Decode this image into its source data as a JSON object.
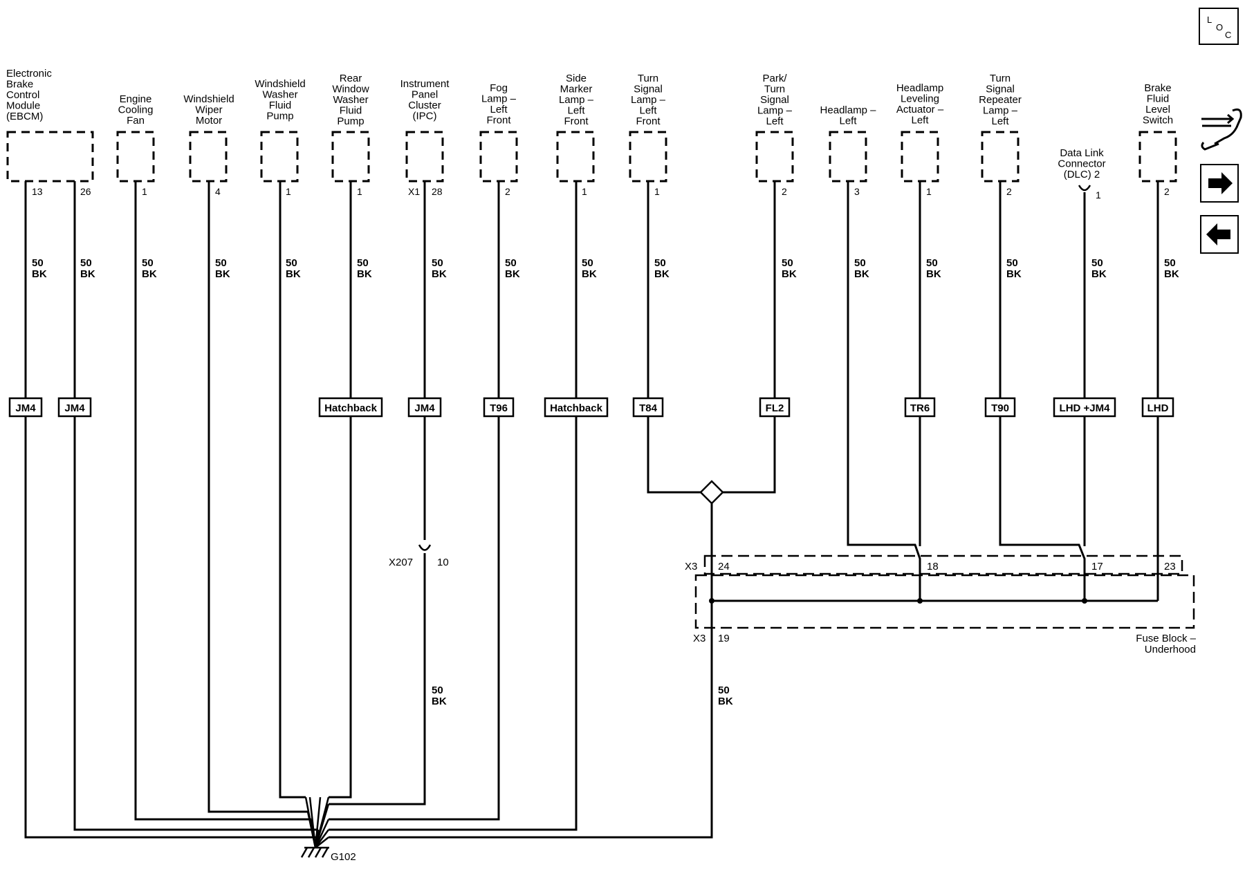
{
  "components": [
    {
      "key": "ebcm",
      "lines": [
        "Electronic",
        "Brake",
        "Control",
        "Module",
        "(EBCM)"
      ]
    },
    {
      "key": "cooling_fan",
      "lines": [
        "Engine",
        "Cooling",
        "Fan"
      ]
    },
    {
      "key": "wiper_motor",
      "lines": [
        "Windshield",
        "Wiper",
        "Motor"
      ]
    },
    {
      "key": "ws_washer_pump",
      "lines": [
        "Windshield",
        "Washer",
        "Fluid",
        "Pump"
      ]
    },
    {
      "key": "rear_washer_pump",
      "lines": [
        "Rear",
        "Window",
        "Washer",
        "Fluid",
        "Pump"
      ]
    },
    {
      "key": "ipc",
      "lines": [
        "Instrument",
        "Panel",
        "Cluster",
        "(IPC)"
      ]
    },
    {
      "key": "fog_lamp",
      "lines": [
        "Fog",
        "Lamp –",
        "Left",
        "Front"
      ]
    },
    {
      "key": "side_marker",
      "lines": [
        "Side",
        "Marker",
        "Lamp –",
        "Left",
        "Front"
      ]
    },
    {
      "key": "turn_front",
      "lines": [
        "Turn",
        "Signal",
        "Lamp –",
        "Left",
        "Front"
      ]
    },
    {
      "key": "park_turn",
      "lines": [
        "Park/",
        "Turn",
        "Signal",
        "Lamp –",
        "Left"
      ]
    },
    {
      "key": "headlamp",
      "lines": [
        "Headlamp –",
        "Left"
      ]
    },
    {
      "key": "leveling",
      "lines": [
        "Headlamp",
        "Leveling",
        "Actuator –",
        "Left"
      ]
    },
    {
      "key": "repeater",
      "lines": [
        "Turn",
        "Signal",
        "Repeater",
        "Lamp –",
        "Left"
      ]
    },
    {
      "key": "dlc",
      "lines": [
        "Data Link",
        "Connector",
        "(DLC) 2"
      ]
    },
    {
      "key": "brake_fluid",
      "lines": [
        "Brake",
        "Fluid",
        "Level",
        "Switch"
      ]
    }
  ],
  "pins": {
    "ebcm_a": "13",
    "ebcm_b": "26",
    "cooling_fan": "1",
    "wiper_motor": "4",
    "ws_washer_pump": "1",
    "rear_washer_pump": "1",
    "ipc_conn": "X1",
    "ipc": "28",
    "fog_lamp": "2",
    "side_marker": "1",
    "turn_front": "1",
    "park_turn": "2",
    "headlamp": "3",
    "leveling": "1",
    "repeater": "2",
    "dlc": "1",
    "brake_fluid": "2"
  },
  "wire": {
    "gauge": "50",
    "color": "BK"
  },
  "options": {
    "ebcm_a": "JM4",
    "ebcm_b": "JM4",
    "rear_washer_pump": "Hatchback",
    "ipc": "JM4",
    "fog_lamp": "T96",
    "side_marker": "Hatchback",
    "turn_front": "T84",
    "park_turn": "FL2",
    "leveling": "TR6",
    "repeater": "T90",
    "dlc": "LHD +JM4",
    "brake_fluid": "LHD"
  },
  "inline_connector": {
    "name": "X207",
    "pin": "10"
  },
  "fuse_block": {
    "lines": [
      "Fuse Block –",
      "Underhood"
    ],
    "conn_top": "X3",
    "pin_top_24": "24",
    "pin_top_18": "18",
    "pin_top_17": "17",
    "pin_top_23": "23",
    "conn_bottom": "X3",
    "pin_bottom": "19"
  },
  "ground": "G102",
  "loc_button": {
    "letters": [
      "L",
      "O",
      "C"
    ]
  },
  "side_icons": [
    "wrench-harness-icon",
    "arrow-right-icon",
    "arrow-left-icon"
  ]
}
